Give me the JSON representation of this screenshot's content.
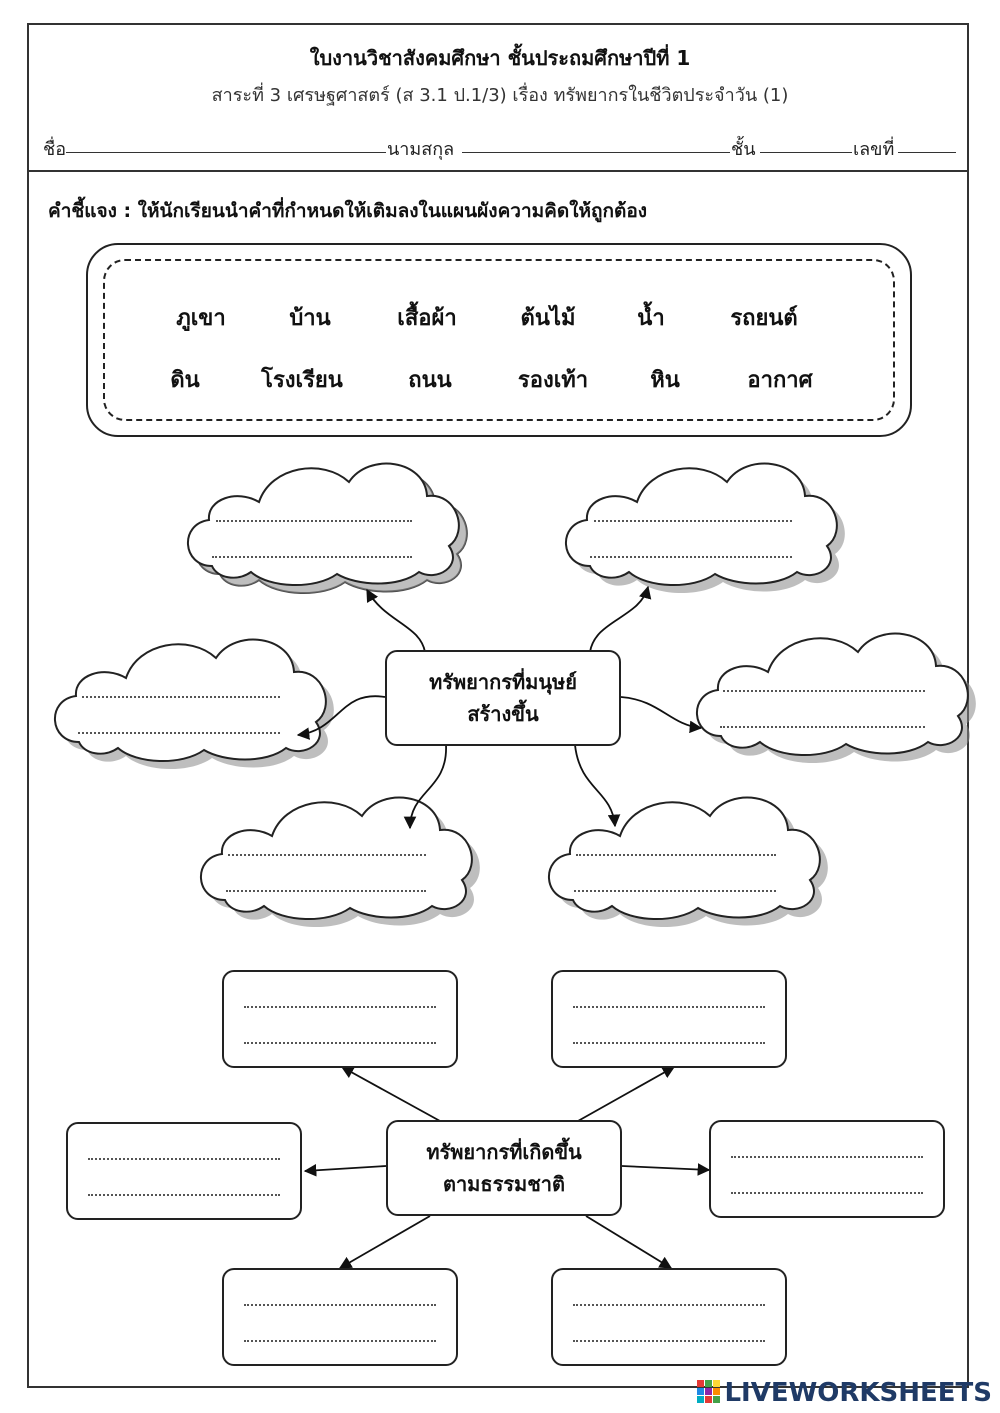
{
  "header": {
    "title": "ใบงานวิชาสังคมศึกษา ชั้นประถมศึกษาปีที่ 1",
    "subtitle": "สาระที่ 3 เศรษฐศาสตร์ (ส 3.1 ป.1/3) เรื่อง ทรัพยากรในชีวิตประจำวัน (1)"
  },
  "student_info": {
    "name_label": "ชื่อ",
    "surname_label": "นามสกุล",
    "class_label": "ชั้น",
    "number_label": "เลขที่"
  },
  "instruction": "คำชี้แจง : ให้นักเรียนนำคำที่กำหนดให้เติมลงในแผนผังความคิดให้ถูกต้อง",
  "word_bank": [
    "ภูเขา",
    "บ้าน",
    "เสื้อผ้า",
    "ต้นไม้",
    "น้ำ",
    "รถยนต์",
    "ดิน",
    "โรงเรียน",
    "ถนน",
    "รองเท้า",
    "หิน",
    "อากาศ"
  ],
  "mindmap_man_made": {
    "center_line1": "ทรัพยากรที่มนุษย์",
    "center_line2": "สร้างขึ้น"
  },
  "mindmap_natural": {
    "center_line1": "ทรัพยากรที่เกิดขึ้น",
    "center_line2": "ตามธรรมชาติ"
  },
  "footer": {
    "logo_text": "LIVEWORKSHEETS"
  }
}
